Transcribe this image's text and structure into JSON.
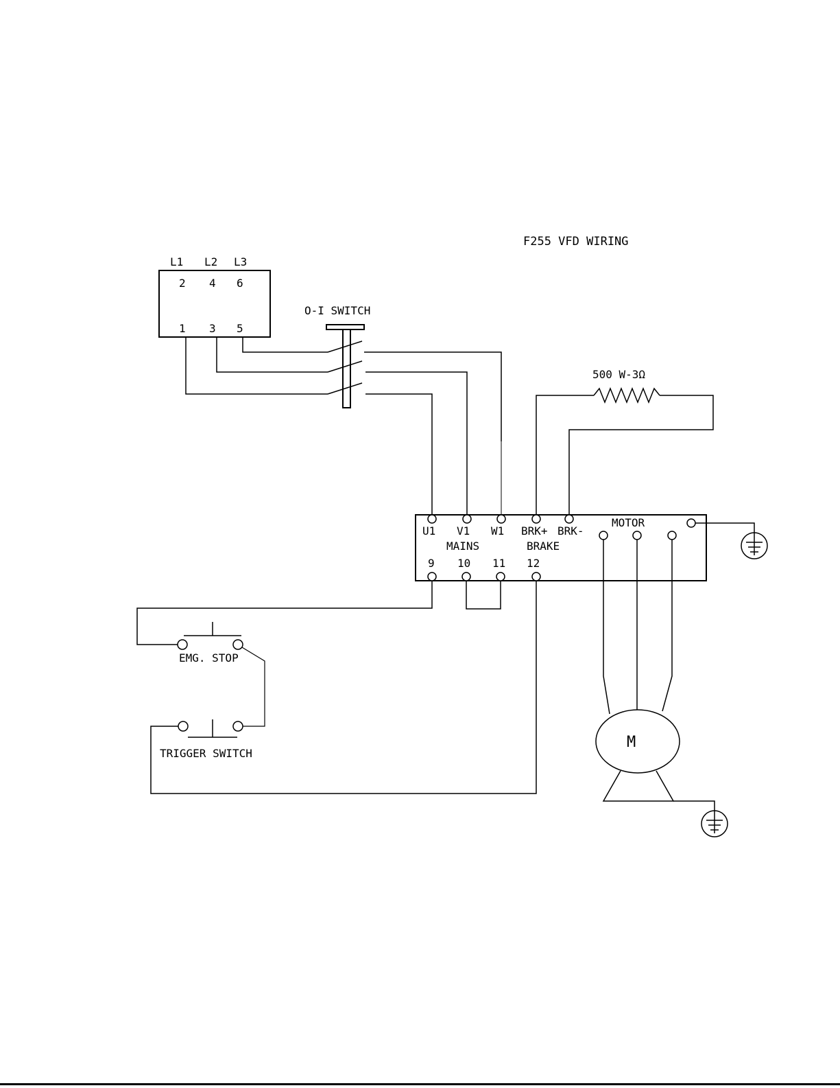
{
  "title": "F255 VFD WIRING",
  "breaker": {
    "line_labels": [
      "L1",
      "L2",
      "L3"
    ],
    "top_terminals": [
      "2",
      "4",
      "6"
    ],
    "bottom_terminals": [
      "1",
      "3",
      "5"
    ]
  },
  "oi_switch": {
    "label": "O-I SWITCH"
  },
  "resistor": {
    "label": "500 W-3Ω"
  },
  "vfd": {
    "top_terminals": [
      "U1",
      "V1",
      "W1",
      "BRK+",
      "BRK-"
    ],
    "mains_label": "MAINS",
    "brake_label": "BRAKE",
    "motor_label": "MOTOR",
    "bottom_terminals": [
      "9",
      "10",
      "11",
      "12"
    ]
  },
  "emg_stop": {
    "label": "EMG. STOP"
  },
  "trigger_switch": {
    "label": "TRIGGER SWITCH"
  },
  "motor": {
    "label": "M"
  },
  "icons": [
    "ground-icon",
    "resistor-icon",
    "motor-icon",
    "switch-icon",
    "terminal-icon"
  ]
}
